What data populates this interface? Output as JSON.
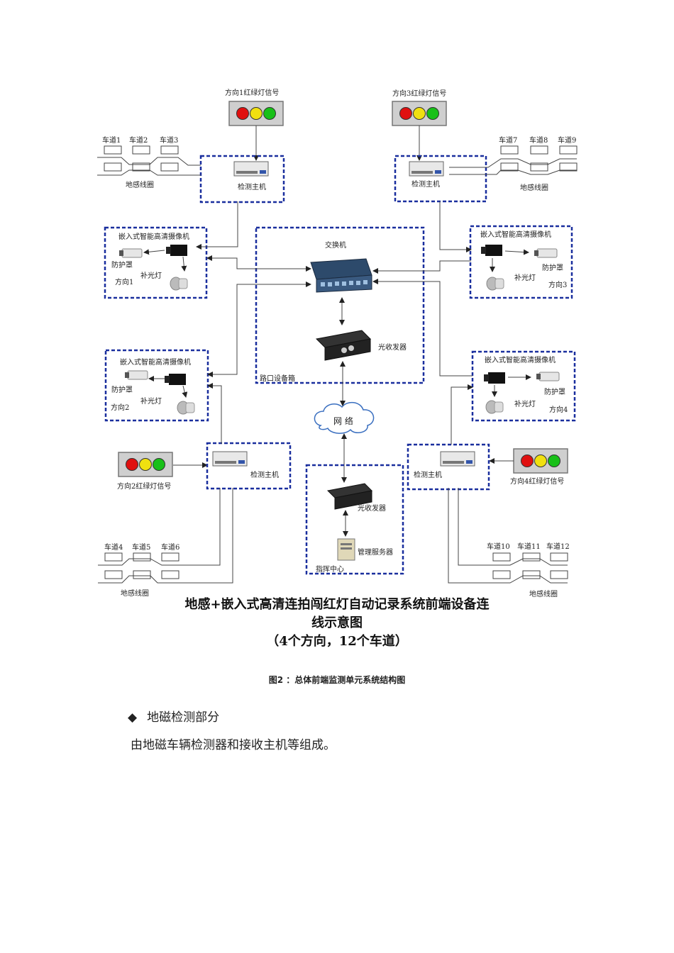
{
  "diagram": {
    "signals": {
      "dir1": "方向1红绿灯信号",
      "dir2": "方向2红绿灯信号",
      "dir3": "方向3红绿灯信号",
      "dir4": "方向4红绿灯信号"
    },
    "lanes": [
      "车道1",
      "车道2",
      "车道3",
      "车道4",
      "车道5",
      "车道6",
      "车道7",
      "车道8",
      "车道9",
      "车道10",
      "车道11",
      "车道12"
    ],
    "loop_label": "地感线圈",
    "host_label": "检测主机",
    "camera_title": "嵌入式智能高清摄像机",
    "housing_label": "防护罩",
    "fill_light_label": "补光灯",
    "directions": [
      "方向1",
      "方向2",
      "方向3",
      "方向4"
    ],
    "switch_label": "交换机",
    "transceiver_label": "光收发器",
    "cabinet_label": "路口设备箱",
    "network_label": "网 络",
    "server_label": "管理服务器",
    "command_center_label": "指挥中心",
    "title_line1": "地感+嵌入式高清连拍闯红灯自动记录系统前端设备连",
    "title_line2": "线示意图",
    "title_line3": "（4个方向，12个车道）",
    "colors": {
      "box_border": "#1a2f9e",
      "red": "#e01010",
      "yellow": "#f0e010",
      "green": "#18c018"
    }
  },
  "caption": "图2  ：总体前端监测单元系统结构图",
  "section": {
    "bullet": "◆",
    "heading": "地磁检测部分"
  },
  "body_text": "由地磁车辆检测器和接收主机等组成。"
}
